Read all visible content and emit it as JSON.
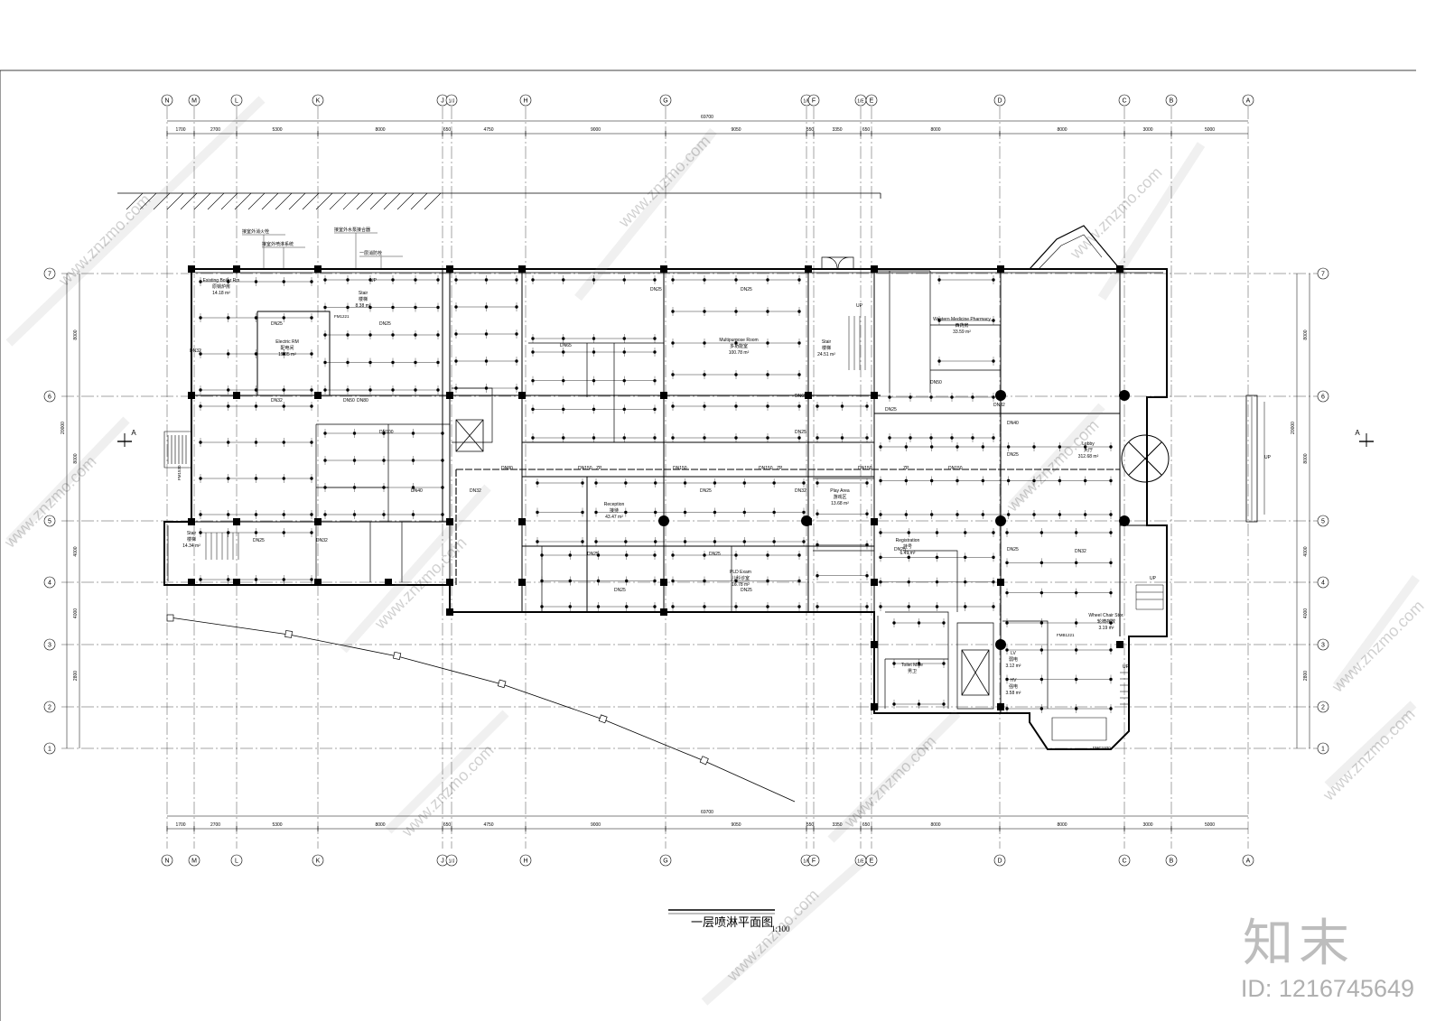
{
  "drawing": {
    "title": "一层喷淋平面图",
    "scale": "1:100",
    "total_dimension": "69700",
    "column_axes": [
      "N",
      "M",
      "L",
      "K",
      "J",
      "1/J",
      "H",
      "G",
      "1/F",
      "F",
      "1/E",
      "E",
      "D",
      "C",
      "B",
      "A"
    ],
    "row_axes": [
      "7",
      "6",
      "5",
      "4",
      "3",
      "2",
      "1"
    ],
    "column_spacings": [
      "1700",
      "2700",
      "5300",
      "8000",
      "650",
      "4750",
      "9000",
      "9050",
      "550",
      "3350",
      "650",
      "8000",
      "8000",
      "3000",
      "5000"
    ],
    "row_spacings": [
      "8000",
      "8000",
      "4000",
      "4000",
      "2800"
    ],
    "row_group_dims": [
      "20000"
    ],
    "section_marks": [
      "A",
      "A"
    ],
    "rooms": [
      {
        "en": "Existing Boiler Rm",
        "zh": "原锅炉房",
        "area": "14.18 m²"
      },
      {
        "en": "Electric RM",
        "zh": "配电间",
        "area": "19.05 m²"
      },
      {
        "en": "Stair",
        "zh": "楼梯",
        "area": "8.38 m²"
      },
      {
        "en": "Multipurpose Room",
        "zh": "多功能室",
        "area": "100.78 m²"
      },
      {
        "en": "Stair",
        "zh": "楼梯",
        "area": "24.51 m²"
      },
      {
        "en": "Western Medicine Pharmacy",
        "zh": "西药房",
        "area": "33.59 m²"
      },
      {
        "en": "Lobby",
        "zh": "大厅",
        "area": "312.68 m²"
      },
      {
        "en": "Reception",
        "zh": "接待",
        "area": "43.47 m²"
      },
      {
        "en": "Play Area",
        "zh": "游戏区",
        "area": "13.68 m²"
      },
      {
        "en": "Registration",
        "zh": "挂号",
        "area": "6.49 m²"
      },
      {
        "en": "PLD Exam",
        "zh": "儿科诊室",
        "area": "16.78 m²"
      },
      {
        "en": "Stair",
        "zh": "楼梯",
        "area": "14.34 m²"
      },
      {
        "en": "Wheel Chair Stor.",
        "zh": "轮椅存放",
        "area": "3.19 m²"
      },
      {
        "en": "Toilet Male",
        "zh": "男卫",
        "area": ""
      },
      {
        "en": "LV",
        "zh": "弱电",
        "area": "3.12 m²"
      },
      {
        "en": "HV",
        "zh": "强电",
        "area": "3.58 m²"
      }
    ],
    "pipe_labels": [
      "DN25",
      "DN32",
      "DN40",
      "DN50",
      "DN65",
      "DN80",
      "DN100",
      "DN150",
      "ZP"
    ],
    "notes": [
      "接室外消火栓",
      "接室外喷淋系统",
      "接室外水泵接合器",
      "一层消防栓"
    ],
    "door_tags": [
      "FM1221",
      "FM1530",
      "FMC1330",
      "FMB1221"
    ]
  },
  "watermark": {
    "brand": "知末",
    "image_id": "ID: 1216745649",
    "site": "www.znzmo.com"
  }
}
